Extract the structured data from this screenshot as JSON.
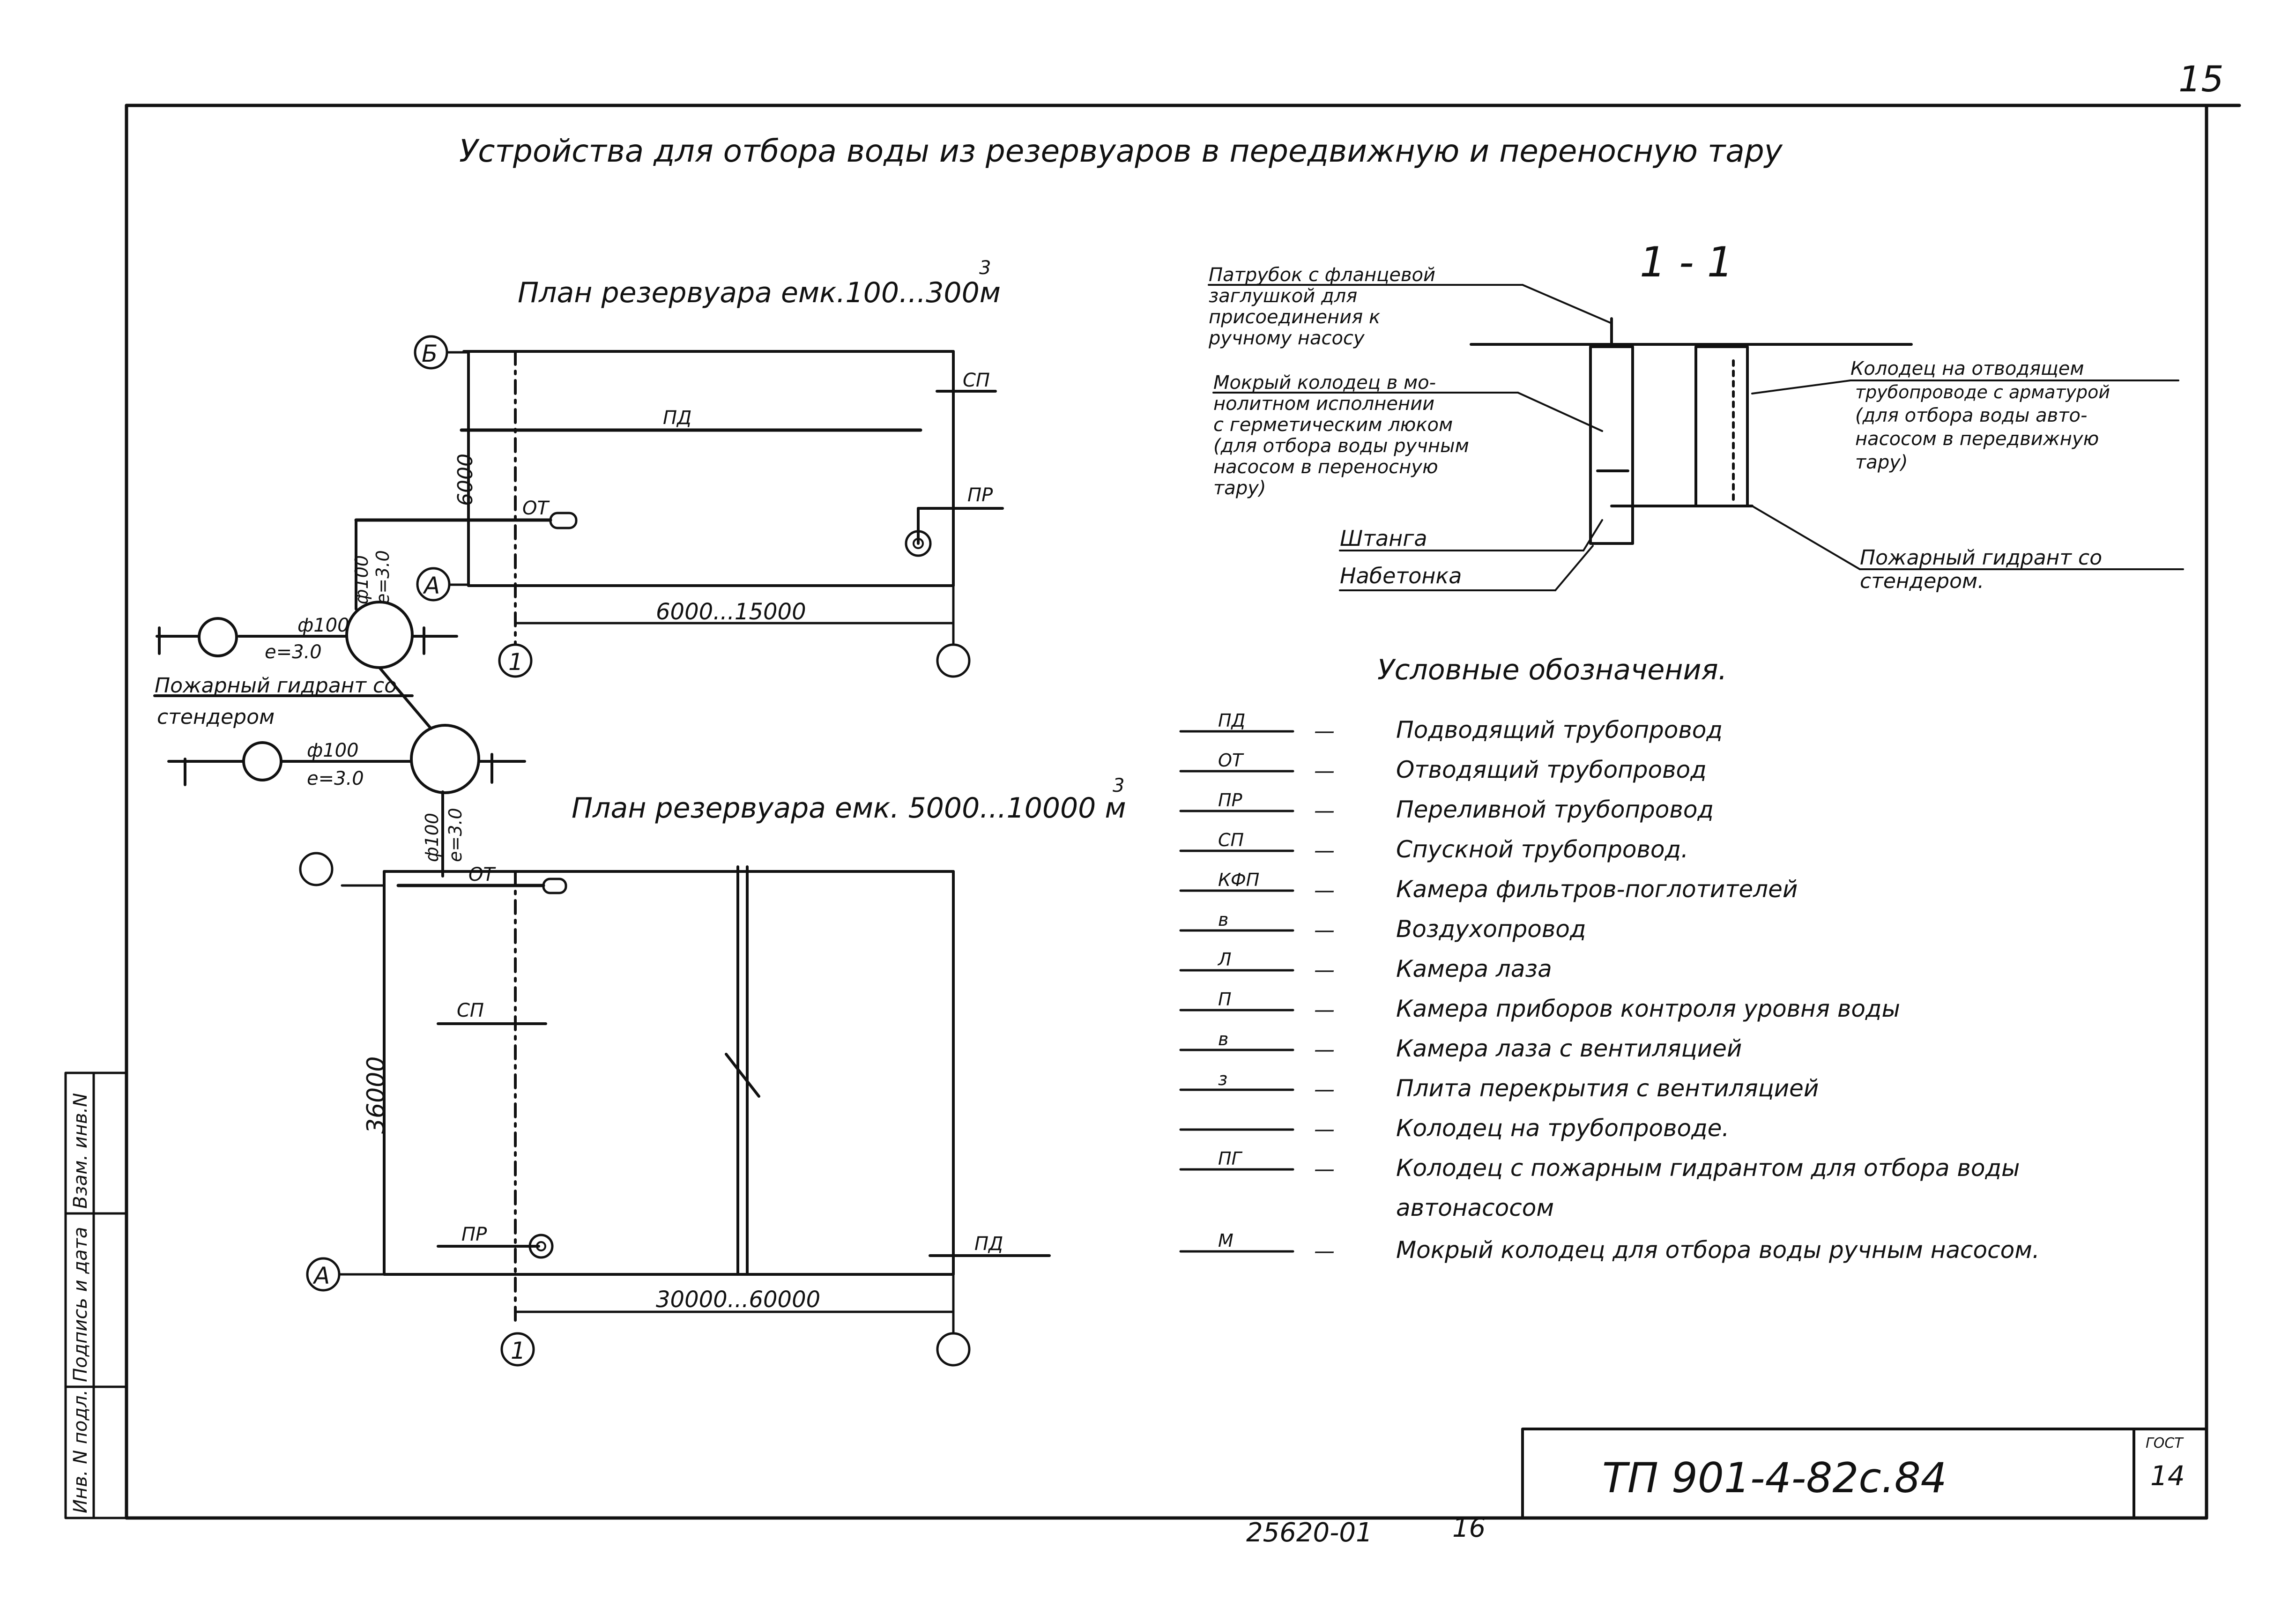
{
  "page_number": "15",
  "title": "Устройства для отбора воды из резервуаров в передвижную и переносную тару",
  "plan1": {
    "title": "План резервуара емк.100...300м",
    "title_sup": "3",
    "axis_b": "Б",
    "axis_a": "А",
    "axis_1": "1",
    "dim_vertical": "6000",
    "dim_horizontal": "6000...15000",
    "pipe_sp": "СП",
    "pipe_pd": "ПД",
    "pipe_ot": "ОТ",
    "pipe_pr": "ПР",
    "branch_d": "ф100",
    "branch_e": "е=3.0"
  },
  "hydrant": {
    "d1": "ф100",
    "e1": "е=3.0",
    "label_line1": "Пожарный гидрант со",
    "label_line2": "стендером",
    "d2": "ф100",
    "e2": "е=3.0",
    "d3": "ф100",
    "e3": "е=3.0"
  },
  "plan2": {
    "title": "План резервуара емк. 5000...10000 м",
    "title_sup": "3",
    "axis_a": "А",
    "axis_1": "1",
    "dim_vertical": "36000",
    "dim_horizontal": "30000...60000",
    "pipe_ot": "ОТ",
    "pipe_sp": "СП",
    "pipe_pr": "ПР",
    "pipe_pd": "ПД"
  },
  "section": {
    "title": "1 - 1",
    "left_label_1": [
      "Патрубок с фланцевой",
      "заглушкой для",
      "присоединения к",
      "ручному насосу"
    ],
    "left_label_2": [
      "Мокрый колодец в мо-",
      "нолитном исполнении",
      "с герметическим люком",
      "(для отбора воды ручным",
      "насосом в переносную",
      "тару)"
    ],
    "label_shtanga": "Штанга",
    "label_nabetonka": "Набетонка",
    "right_label_1": [
      "Колодец на отводящем",
      "трубопроводе с арматурой",
      "(для отбора воды авто-",
      "насосом в передвижную",
      "тару)"
    ],
    "right_label_2": [
      "Пожарный гидрант со",
      "стендером."
    ]
  },
  "legend": {
    "title": "Условные обозначения.",
    "items": [
      {
        "symbol": "ПД",
        "text": "Подводящий трубопровод"
      },
      {
        "symbol": "ОТ",
        "text": "Отводящий трубопровод"
      },
      {
        "symbol": "ПР",
        "text": "Переливной трубопровод"
      },
      {
        "symbol": "СП",
        "text": "Спускной трубопровод."
      },
      {
        "symbol": "КФП",
        "text": "Камера фильтров-поглотителей"
      },
      {
        "symbol": "в",
        "text": "Воздухопровод"
      },
      {
        "symbol": "Л",
        "text": "Камера лаза"
      },
      {
        "symbol": "П",
        "text": "Камера приборов контроля уровня воды"
      },
      {
        "symbol": "в",
        "text": "Камера лаза с вентиляцией"
      },
      {
        "symbol": "з",
        "text": "Плита перекрытия с вентиляцией"
      },
      {
        "symbol": "",
        "text": "Колодец на трубопроводе."
      },
      {
        "symbol": "ПГ",
        "text": "Колодец с пожарным гидрантом для отбора воды"
      },
      {
        "symbol": "",
        "text": "автонасосом"
      },
      {
        "symbol": "М",
        "text": "Мокрый колодец для отбора воды ручным насосом."
      }
    ],
    "dash": "—"
  },
  "stamp": {
    "code": "ТП 901-4-82с.84",
    "sheet_label": "ГОСТ",
    "sheet_number": "14"
  },
  "side_stamp": {
    "cell1": "Взам. инв.N",
    "cell2": "Подпись и дата",
    "cell3": "Инв. N подл."
  },
  "bottom_note_1": "25620-01",
  "bottom_note_2": "16"
}
